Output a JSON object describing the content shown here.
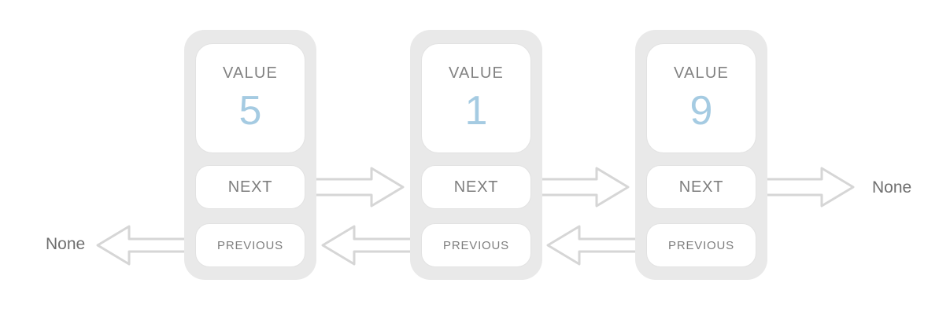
{
  "diagram": {
    "type": "doubly-linked-list",
    "background_color": "#ffffff",
    "node_fill": "#e9e9e9",
    "slot_fill": "#ffffff",
    "slot_border": "#e2e2e2",
    "arrow_stroke": "#d6d6d6",
    "label_color": "#7e7e7e",
    "value_color": "#a5cbe2"
  },
  "nodes": [
    {
      "id": "node-1",
      "value_label": "VALUE",
      "value": "5",
      "next_label": "NEXT",
      "previous_label": "PREVIOUS"
    },
    {
      "id": "node-2",
      "value_label": "VALUE",
      "value": "1",
      "next_label": "NEXT",
      "previous_label": "PREVIOUS"
    },
    {
      "id": "node-3",
      "value_label": "VALUE",
      "value": "9",
      "next_label": "NEXT",
      "previous_label": "PREVIOUS"
    }
  ],
  "terminals": {
    "head_previous": "None",
    "tail_next": "None"
  },
  "arrows": [
    {
      "id": "next-1-to-2",
      "direction": "right",
      "from": "node-1.next",
      "to": "node-2"
    },
    {
      "id": "next-2-to-3",
      "direction": "right",
      "from": "node-2.next",
      "to": "node-3"
    },
    {
      "id": "next-3-to-none",
      "direction": "right",
      "from": "node-3.next",
      "to": "None"
    },
    {
      "id": "prev-1-to-none",
      "direction": "left",
      "from": "node-1.previous",
      "to": "None"
    },
    {
      "id": "prev-2-to-1",
      "direction": "left",
      "from": "node-2.previous",
      "to": "node-1"
    },
    {
      "id": "prev-3-to-2",
      "direction": "left",
      "from": "node-3.previous",
      "to": "node-2"
    }
  ]
}
